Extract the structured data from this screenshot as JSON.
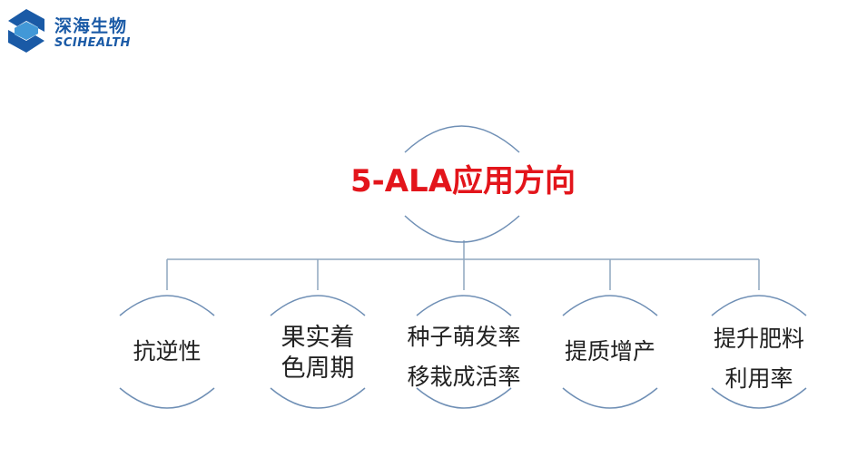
{
  "logo": {
    "name_cn": "深海生物",
    "name_en": "SCIHEALTH",
    "brand_color": "#1a5aa6"
  },
  "diagram": {
    "center": {
      "label": "5-ALA应用方向",
      "color": "#e3151b"
    },
    "nodes": [
      {
        "lines": [
          "抗逆性"
        ]
      },
      {
        "lines": [
          "果实着",
          "色周期"
        ]
      },
      {
        "lines": [
          "种子萌发率",
          "移栽成活率"
        ]
      },
      {
        "lines": [
          "提质增产"
        ]
      },
      {
        "lines": [
          "提升肥料",
          "利用率"
        ]
      }
    ],
    "line_color": "#8fa7bf",
    "arc_color": "#6f8fb5"
  }
}
